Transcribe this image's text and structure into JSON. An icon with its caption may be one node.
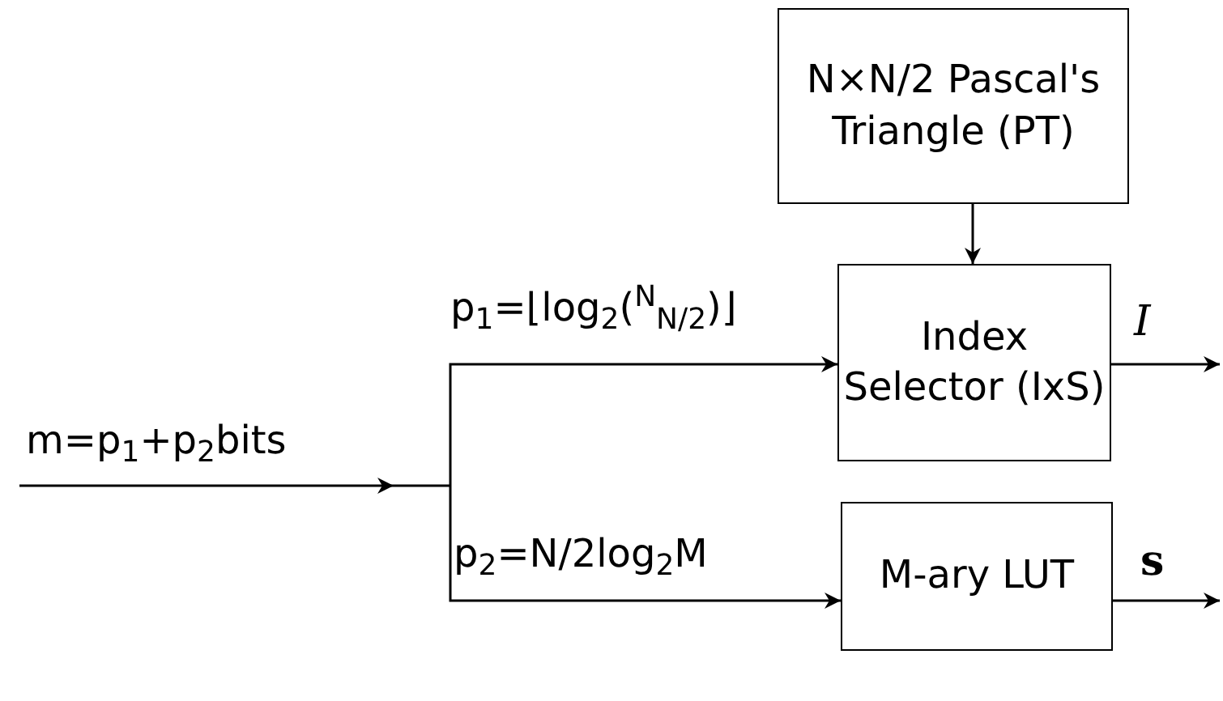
{
  "diagram": {
    "nodes": [
      {
        "text": [
          "N×N/2 Pascal's Triangle (PT)"
        ]
      },
      {
        "text": [
          "Index Selector (IxS)"
        ]
      },
      {
        "text": [
          "M-ary LUT"
        ]
      }
    ],
    "edges": [
      {
        "from": 0,
        "to": 1,
        "arrow": "to"
      },
      {
        "from": null,
        "to": 1,
        "arrow": "to",
        "label": "p$_{1}$=⌊log$_{2}$($^{N}$$_{N/2}$)⌋"
      },
      {
        "from": null,
        "to": 2,
        "arrow": "to",
        "label": "p$_{2}$=N/2log$_{2}$M"
      },
      {
        "from": 1,
        "to": null,
        "arrow": "to",
        "label": "I"
      },
      {
        "from": 2,
        "to": null,
        "arrow": "to",
        "label": "s"
      }
    ],
    "labels": [
      "m=p$_{1}$+p$_{2}$bits"
    ]
  }
}
